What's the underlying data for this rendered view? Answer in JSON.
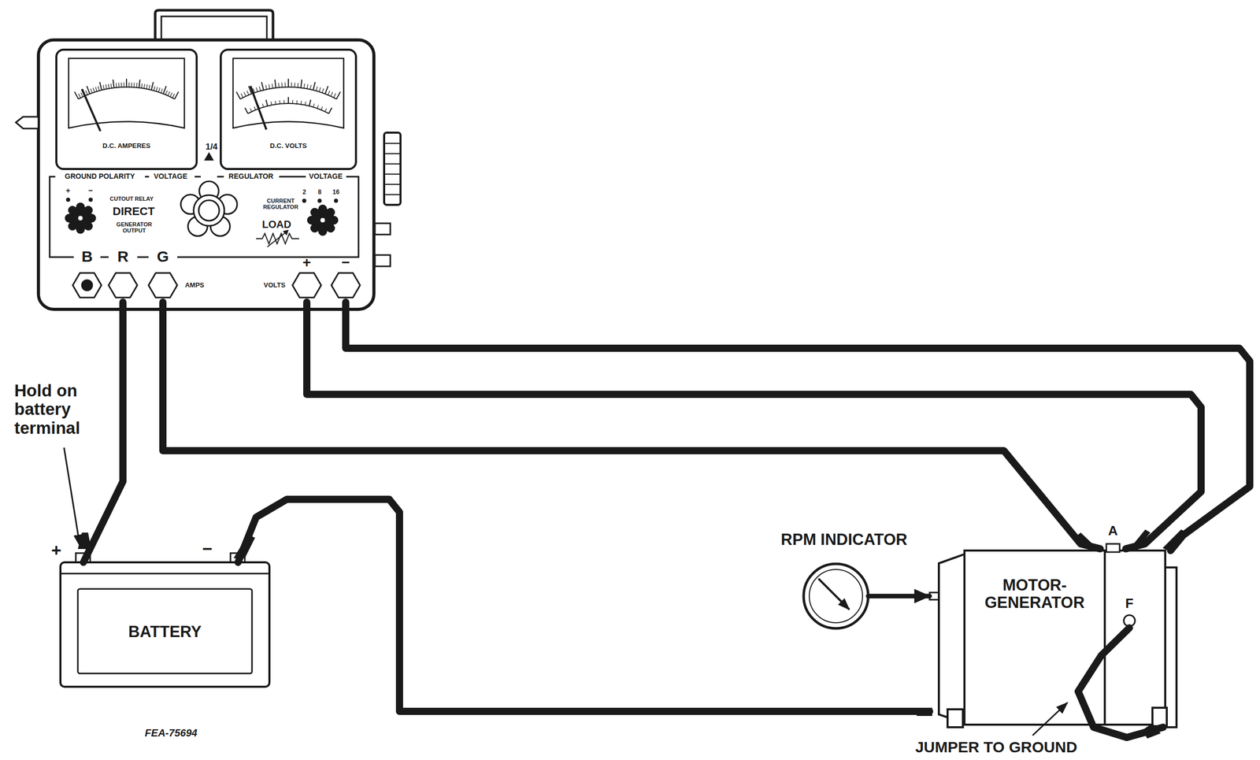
{
  "diagram": {
    "nodes": [
      {
        "text": [
          "GROUND POLARITY",
          "VOLTAGE",
          "REGULATOR",
          "VOLTAGE"
        ]
      },
      {
        "text": [
          "D.C. AMPERES"
        ],
        "in": 0
      },
      {
        "text": [
          "D.C. VOLTS"
        ],
        "in": 0
      },
      {
        "text": [
          "B"
        ],
        "in": 0
      },
      {
        "text": [
          "R"
        ],
        "in": 0
      },
      {
        "text": [
          "G"
        ],
        "in": 0
      },
      {
        "text": [
          "+"
        ],
        "in": 0
      },
      {
        "text": [
          "−"
        ],
        "in": 0
      },
      {
        "text": [
          "BATTERY"
        ]
      },
      {
        "text": [
          "RPM INDICATOR"
        ]
      },
      {
        "text": [
          "MOTOR- GENERATOR"
        ]
      },
      {
        "text": [
          "A"
        ],
        "in": 10
      },
      {
        "text": [
          "F"
        ],
        "in": 10
      }
    ],
    "edges": [
      {
        "from": 4,
        "to": 8,
        "arrow": "none"
      },
      {
        "from": 5,
        "to": 11,
        "arrow": "none"
      },
      {
        "from": 6,
        "to": 11,
        "arrow": "none"
      },
      {
        "from": 7,
        "to": 10,
        "arrow": "none"
      },
      {
        "from": 8,
        "to": 10,
        "arrow": "none"
      },
      {
        "from": 12,
        "to": 10,
        "arrow": "none"
      },
      {
        "from": 9,
        "to": 10,
        "arrow": "to"
      }
    ],
    "labels": [
      "1/4",
      "+",
      "−",
      "2",
      "8",
      "16",
      "CUTOUT RELAY",
      "DIRECT",
      "GENERATOR OUTPUT",
      "CURRENT REGULATOR",
      "LOAD",
      "AMPS",
      "VOLTS",
      "Hold on battery terminal",
      "+",
      "−",
      "JUMPER TO GROUND",
      "FEA-75694"
    ]
  }
}
